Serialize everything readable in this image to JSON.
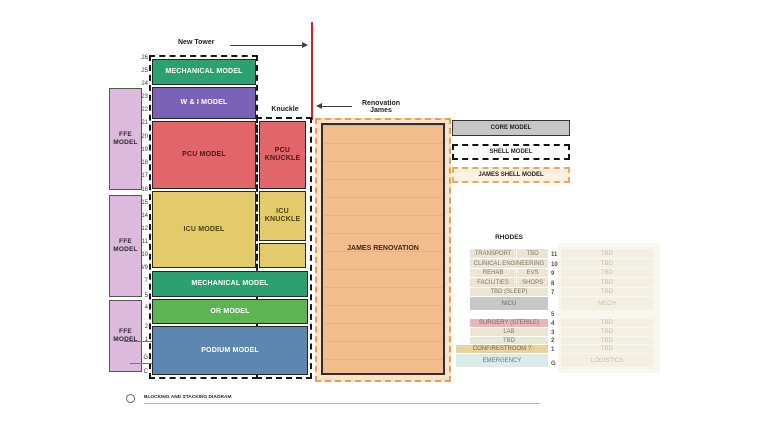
{
  "title": "BLOCKING AND STACKING DIAGRAM",
  "annotations": {
    "new_tower": "New Tower",
    "knuckle": "Knuckle",
    "renovation_line1": "Renovation",
    "renovation_line2": "James"
  },
  "colors": {
    "red_cut_line": "#e41d1d",
    "ffe": "#dcb9dd",
    "mechanical": "#2ba171",
    "wi": "#7a61b6",
    "pcu": "#e0666b",
    "icu": "#e2cb68",
    "or": "#5cb453",
    "podium": "#5d86b0",
    "james": "#f2bd8d",
    "james_dash": "#ec9c50"
  },
  "floors": [
    "26",
    "25",
    "24",
    "23",
    "22",
    "21",
    "20",
    "19",
    "18",
    "17",
    "16",
    "15",
    "14",
    "12",
    "11",
    "10",
    "8/9",
    "7",
    "5",
    "4",
    "2",
    "1",
    "G",
    "C"
  ],
  "ffe_blocks": [
    {
      "label": "FFE MODEL"
    },
    {
      "label": "FFE MODEL"
    },
    {
      "label": "FFE MODEL"
    }
  ],
  "tower_blocks": [
    {
      "id": "mechanical-upper",
      "label": "MECHANICAL MODEL",
      "color": "#2ba171",
      "text_color": "#ffffff"
    },
    {
      "id": "w-and-i",
      "label": "W & I MODEL",
      "color": "#7a61b6",
      "text_color": "#ffffff"
    },
    {
      "id": "pcu",
      "label": "PCU MODEL",
      "color": "#e0666b",
      "text_color": "#4a191b"
    },
    {
      "id": "icu",
      "label": "ICU MODEL",
      "color": "#e2cb68",
      "text_color": "#4a4014"
    },
    {
      "id": "mechanical-mid",
      "label": "MECHANICAL MODEL",
      "color": "#2ba171",
      "text_color": "#ffffff"
    },
    {
      "id": "or",
      "label": "OR MODEL",
      "color": "#5cb453",
      "text_color": "#ffffff"
    },
    {
      "id": "podium",
      "label": "PODIUM MODEL",
      "color": "#5d86b0",
      "text_color": "#ffffff"
    }
  ],
  "knuckle_blocks": [
    {
      "id": "pcu-knuckle",
      "label": "PCU KNUCKLE",
      "color": "#e0666b",
      "text_color": "#4a191b"
    },
    {
      "id": "icu-knuckle",
      "label": "ICU KNUCKLE",
      "color": "#e2cb68",
      "text_color": "#4a4014"
    },
    {
      "id": "icu-extension",
      "label": "",
      "color": "#e2cb68",
      "text_color": "#4a4014"
    }
  ],
  "james": {
    "label": "JAMES RENOVATION"
  },
  "legend": [
    {
      "label": "CORE MODEL",
      "style": "core"
    },
    {
      "label": "SHELL MODEL",
      "style": "shell"
    },
    {
      "label": "JAMES SHELL MODEL",
      "style": "james-shell"
    }
  ],
  "rhodes": {
    "title": "RHODES",
    "rows": [
      {
        "cells": [
          "TRANSPORT",
          "TBD"
        ],
        "floor": "11",
        "right": "TBD",
        "type": "cream",
        "wide": false
      },
      {
        "cells": [
          "CLINICAL ENGINEERING"
        ],
        "floor": "10",
        "right": "TBD",
        "type": "cream",
        "wide": false
      },
      {
        "cells": [
          "REHAB",
          "EVS"
        ],
        "floor": "9",
        "right": "TBD",
        "type": "cream",
        "wide": false
      },
      {
        "cells": [
          "FACILITIES",
          "SHOPS"
        ],
        "floor": "8",
        "right": "TBD",
        "type": "cream",
        "wide": false
      },
      {
        "cells": [
          "TBD (SLEEP)"
        ],
        "floor": "7",
        "right": "TBD",
        "type": "cream",
        "wide": false
      },
      {
        "cells": [
          "NICU"
        ],
        "floor": "",
        "right": "MECH",
        "type": "gray",
        "wide": false
      },
      {
        "cells": [],
        "floor": "5",
        "right": "",
        "type": "empty",
        "wide": false
      },
      {
        "cells": [
          "SURGERY (STERILE)"
        ],
        "floor": "4",
        "right": "TBD",
        "type": "pink",
        "wide": false
      },
      {
        "cells": [
          "LAB"
        ],
        "floor": "3",
        "right": "TBD",
        "type": "cream",
        "wide": false
      },
      {
        "cells": [
          "TBD"
        ],
        "floor": "2",
        "right": "TBD",
        "type": "cream",
        "wide": false
      },
      {
        "cells": [
          "CONF/RESTROOM ?"
        ],
        "floor": "1",
        "right": "TBD",
        "type": "yellow",
        "wide": true
      },
      {
        "cells": [
          "EMERGENCY"
        ],
        "floor": "G",
        "right": "LOGISTICS",
        "type": "blue",
        "wide": true
      }
    ]
  }
}
